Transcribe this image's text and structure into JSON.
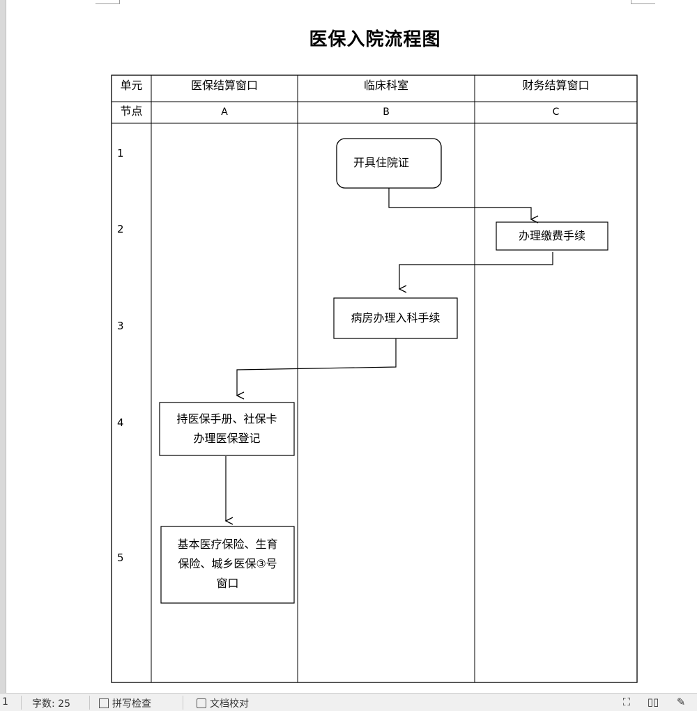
{
  "document": {
    "title": "医保入院流程图"
  },
  "flowchart": {
    "header_row_label": "单元",
    "node_row_label": "节点",
    "columns": [
      {
        "unit": "医保结算窗口",
        "node": "A"
      },
      {
        "unit": "临床科室",
        "node": "B"
      },
      {
        "unit": "财务结算窗口",
        "node": "C"
      }
    ],
    "row_numbers": [
      "1",
      "2",
      "3",
      "4",
      "5"
    ],
    "steps": [
      {
        "text": "开具住院证"
      },
      {
        "text": "办理缴费手续"
      },
      {
        "text": "病房办理入科手续"
      },
      {
        "text": "持医保手册、社保卡",
        "text2": "办理医保登记"
      },
      {
        "text": "基本医疗保险、生育",
        "text2": "保险、城乡医保③号",
        "text3": "窗口"
      }
    ]
  },
  "status_bar": {
    "page": "1",
    "word_count": "字数: 25",
    "spell_check": "拼写检查",
    "doc_check": "文档校对"
  }
}
